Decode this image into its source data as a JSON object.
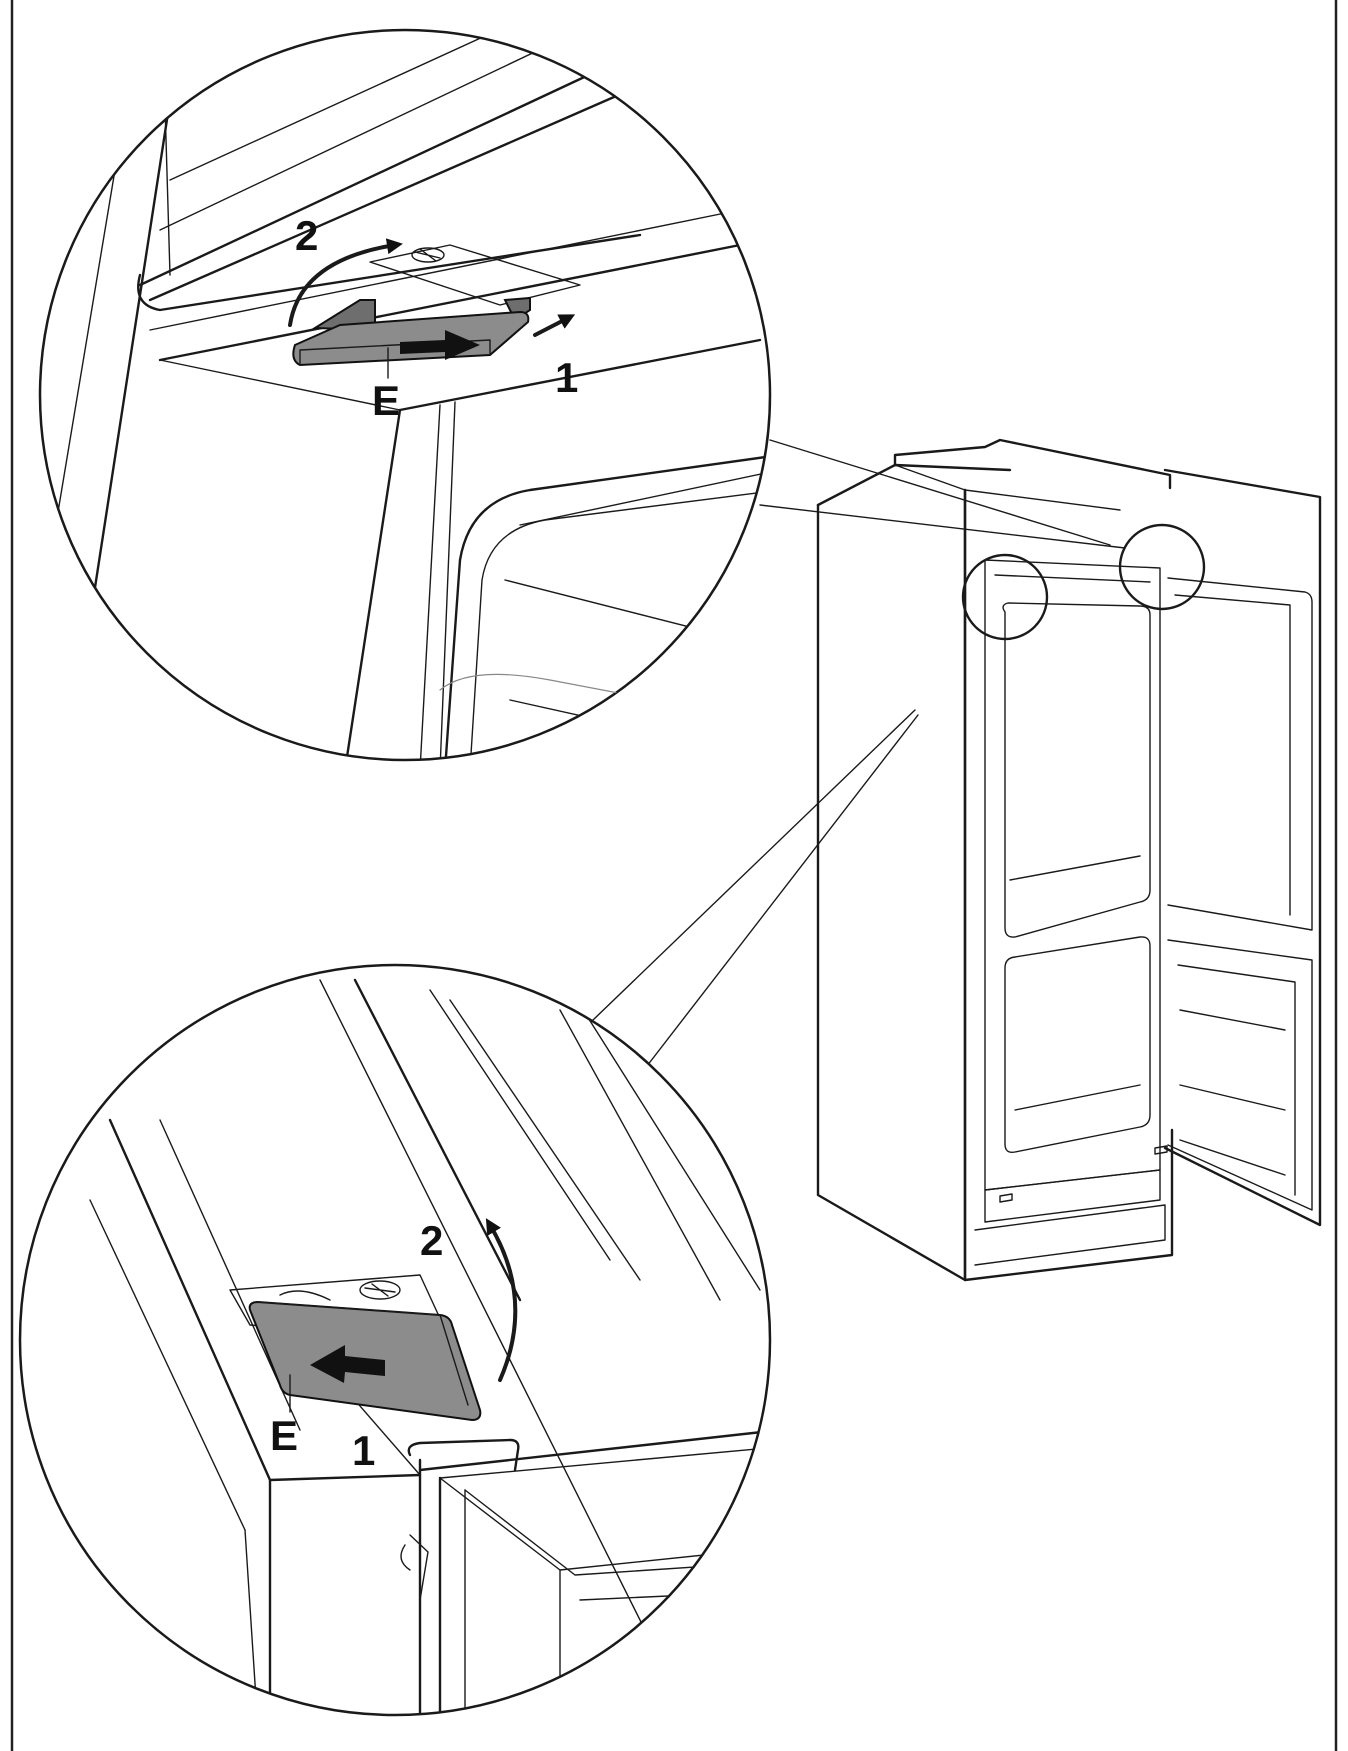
{
  "callouts": {
    "top_step1": "1",
    "top_step2": "2",
    "top_part": "E",
    "bottom_step1": "1",
    "bottom_step2": "2",
    "bottom_part": "E"
  },
  "icons": [
    "arrow-right-icon",
    "curved-arrow-icon",
    "arrow-left-icon"
  ],
  "colors": {
    "line": "#1a1a1a",
    "part_fill": "#8c8c8c",
    "background": "#ffffff"
  }
}
